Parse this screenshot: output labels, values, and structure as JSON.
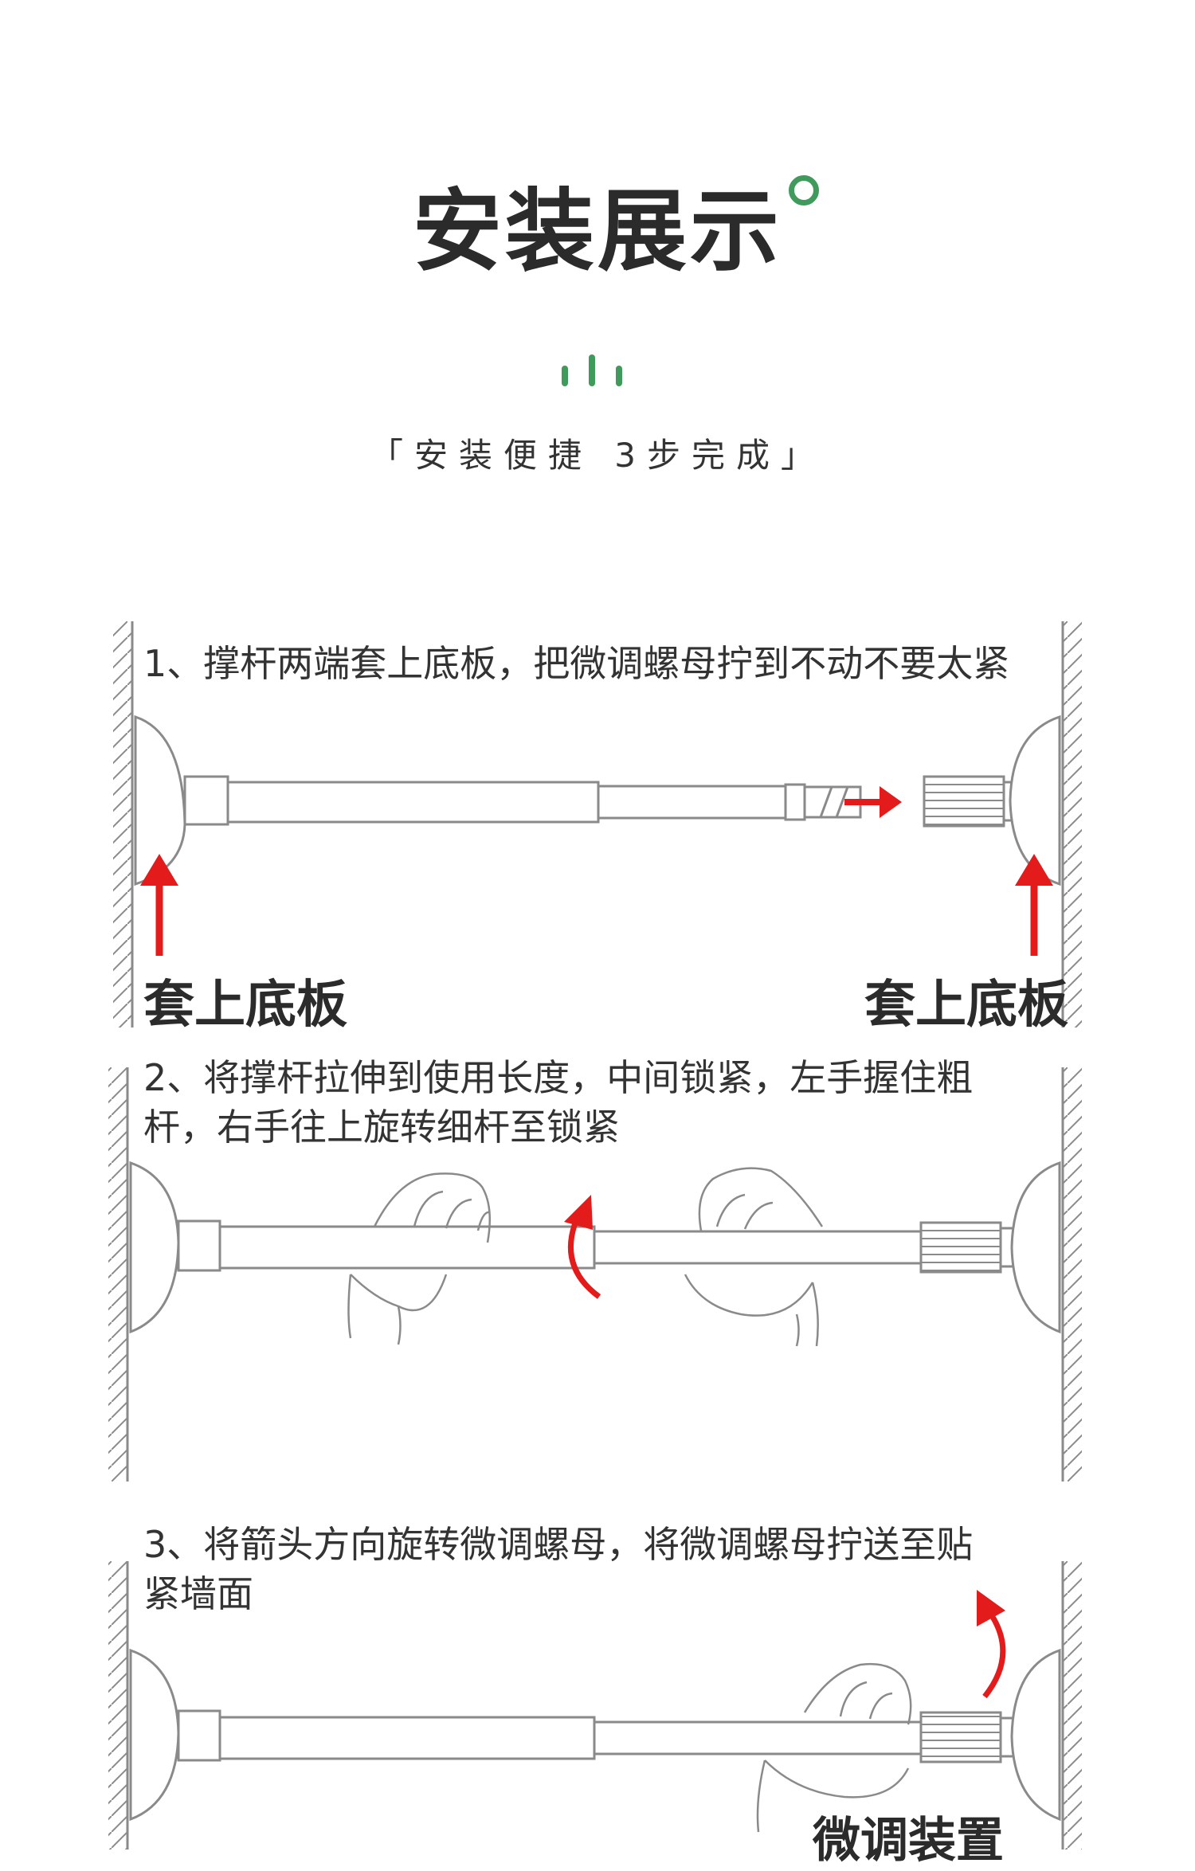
{
  "header": {
    "title": "安装展示",
    "subtitle": "「安装便捷 3步完成」"
  },
  "steps": [
    {
      "text": "1、撑杆两端套上底板，把微调螺母拧到不动不要太紧"
    },
    {
      "text": "2、将撑杆拉伸到使用长度，中间锁紧，左手握住粗杆，右手往上旋转细杆至锁紧"
    },
    {
      "text": "3、将箭头方向旋转微调螺母，将微调螺母拧送至贴紧墙面"
    }
  ],
  "labels": {
    "left_base": "套上底板",
    "right_base": "套上底板",
    "fine_tune": "微调装置"
  },
  "colors": {
    "accent_green": "#3f9a5c",
    "arrow_red": "#e31b1b",
    "line_gray": "#8a8a8a"
  }
}
